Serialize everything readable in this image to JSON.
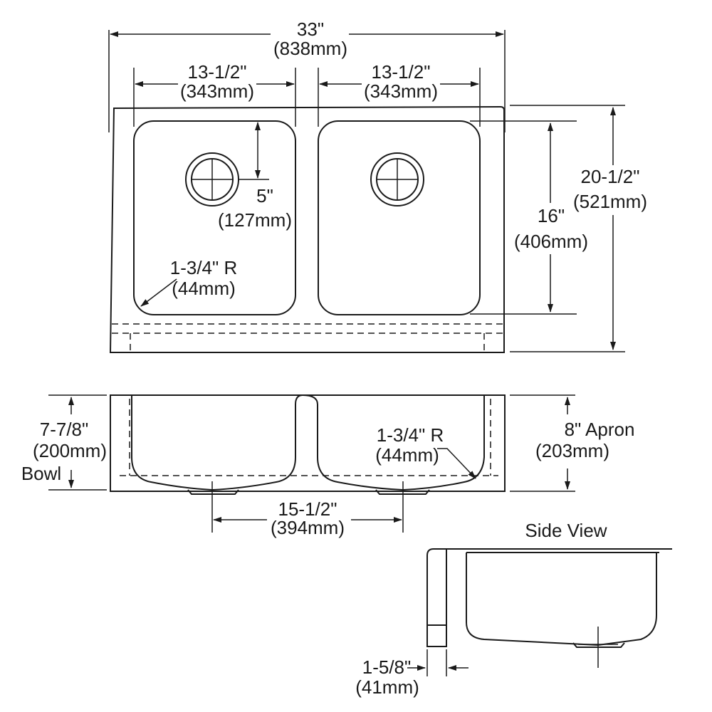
{
  "top_view": {
    "overall_width": {
      "in": "33\"",
      "mm": "(838mm)"
    },
    "left_bowl_width": {
      "in": "13-1/2\"",
      "mm": "(343mm)"
    },
    "right_bowl_width": {
      "in": "13-1/2\"",
      "mm": "(343mm)"
    },
    "drain_offset": {
      "in": "5\"",
      "mm": "(127mm)"
    },
    "bowl_length": {
      "in": "16\"",
      "mm": "(406mm)"
    },
    "overall_depth": {
      "in": "20-1/2\"",
      "mm": "(521mm)"
    },
    "corner_radius": {
      "in": "1-3/4\" R",
      "mm": "(44mm)"
    }
  },
  "front_view": {
    "bowl_depth": {
      "in": "7-7/8\"",
      "mm": "(200mm)",
      "label": "Bowl"
    },
    "apron": {
      "in": "8\" Apron",
      "mm": "(203mm)"
    },
    "corner_radius": {
      "in": "1-3/4\" R",
      "mm": "(44mm)"
    },
    "drain_spacing": {
      "in": "15-1/2\"",
      "mm": "(394mm)"
    }
  },
  "side_view": {
    "title": "Side View",
    "apron_thickness": {
      "in": "1-5/8\"",
      "mm": "(41mm)"
    }
  }
}
